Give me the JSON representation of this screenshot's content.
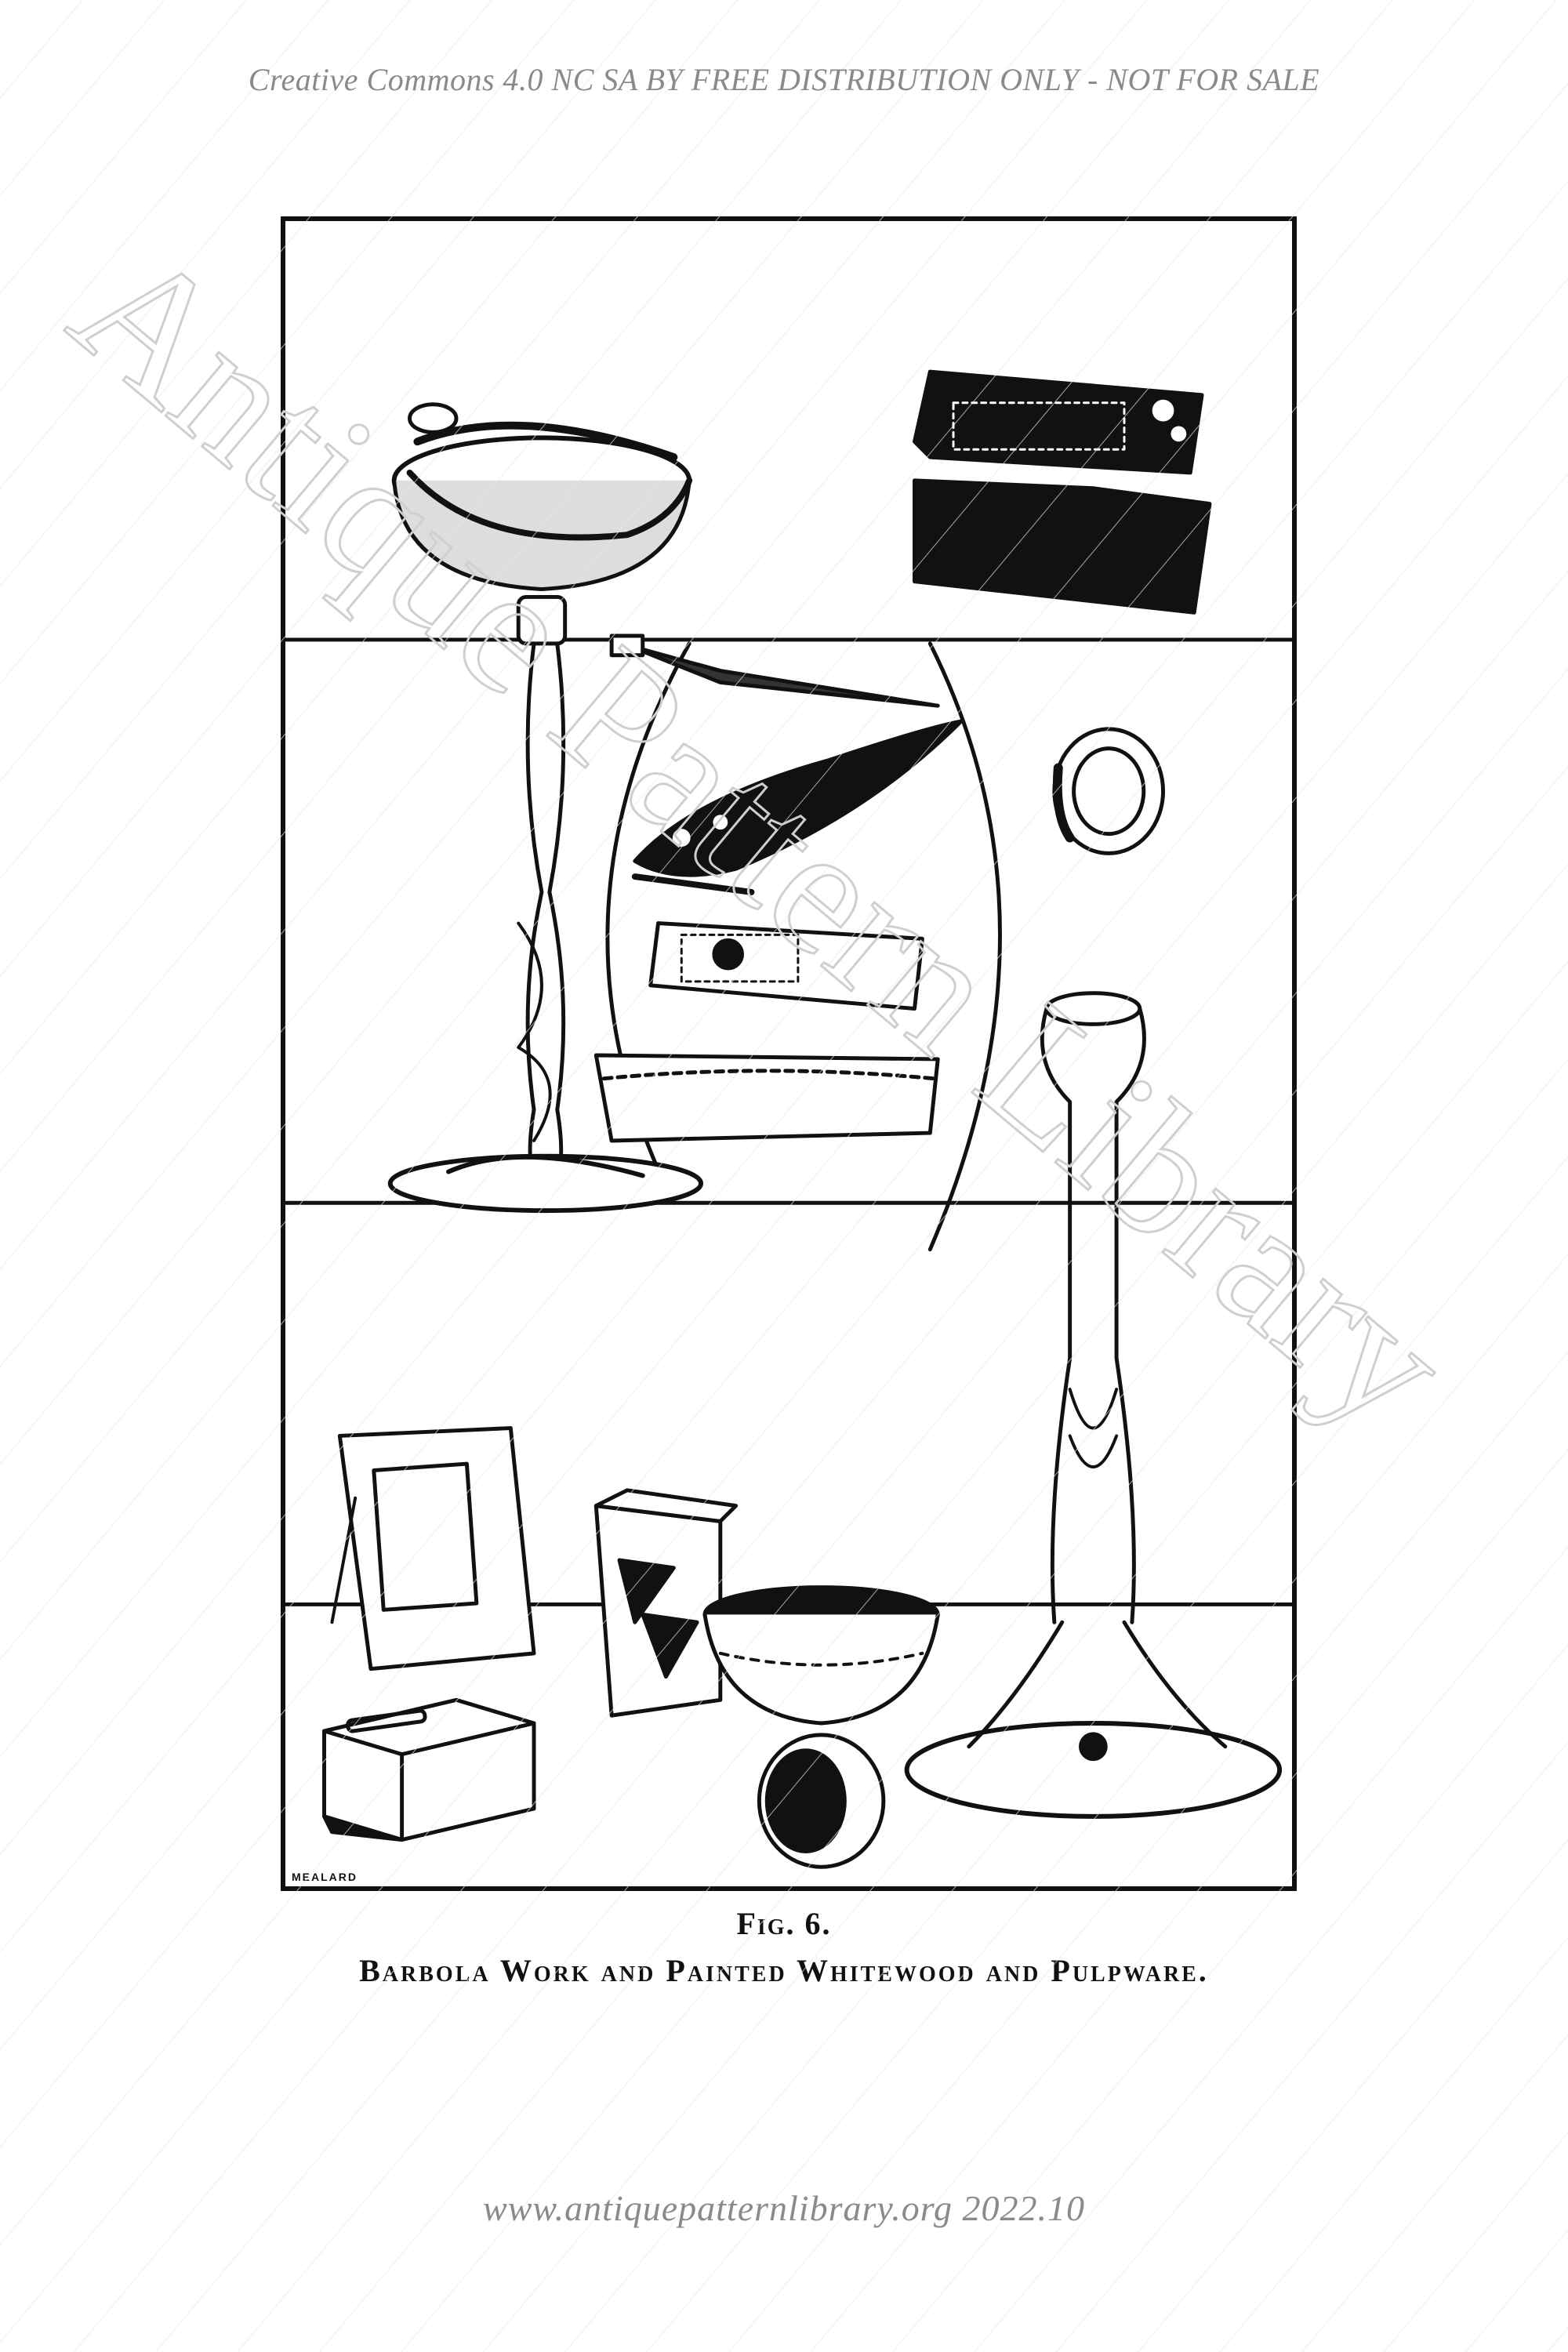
{
  "header": {
    "license_text": "Creative Commons 4.0 NC SA BY FREE DISTRIBUTION ONLY - NOT FOR SALE"
  },
  "watermark": {
    "text": "Antique Pattern Library"
  },
  "figure": {
    "number": "Fig. 6.",
    "caption": "Barbola Work and Painted Whitewood and Pulpware."
  },
  "footer": {
    "url_text": "www.antiquepatternlibrary.org 2022.10"
  },
  "colors": {
    "ink": "#111111",
    "watermark_gray": "#8a8a8a",
    "paper": "#ffffff"
  }
}
